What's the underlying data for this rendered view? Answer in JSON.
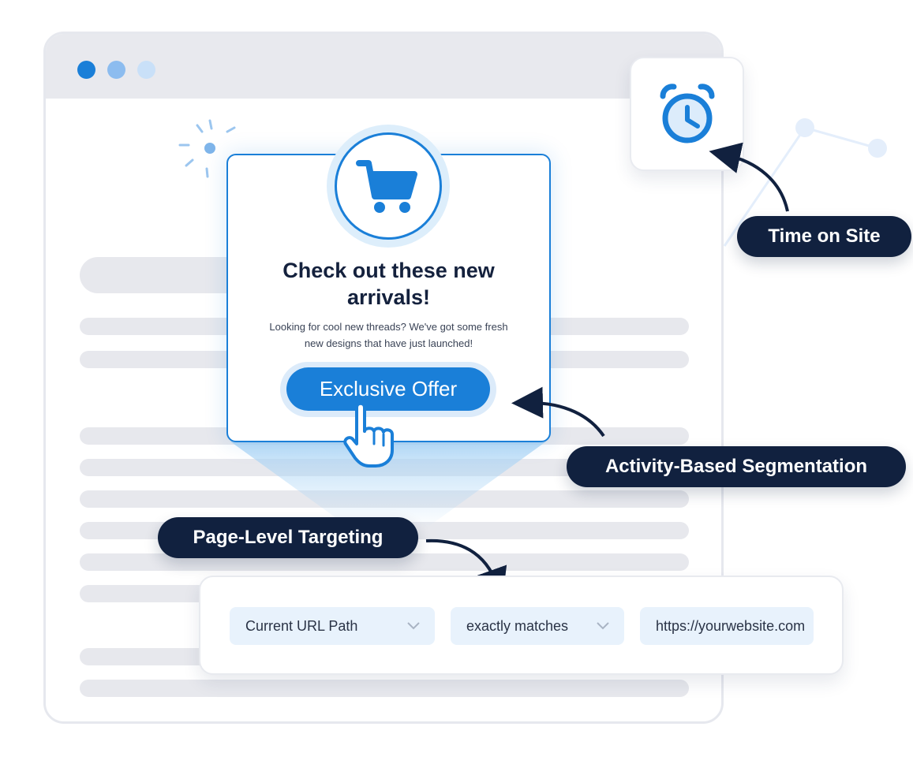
{
  "window": {
    "traffic_dots": [
      "#1a7fd8",
      "#8cbcef",
      "#c9e0f8"
    ]
  },
  "popup": {
    "icon": "shopping-cart-icon",
    "title_line1": "Check out these new",
    "title_line2": "arrivals!",
    "text_line1": "Looking for cool new threads? We've got some fresh",
    "text_line2": "new designs that have just launched!",
    "cta_label": "Exclusive Offer"
  },
  "timer": {
    "icon": "alarm-clock-icon"
  },
  "labels": {
    "time_on_site": "Time on Site",
    "activity_segmentation": "Activity-Based Segmentation",
    "page_level_targeting": "Page-Level Targeting"
  },
  "rule": {
    "field1_value": "Current URL Path",
    "field2_value": "exactly matches",
    "field3_value": "https://yourwebsite.com"
  },
  "colors": {
    "accent": "#1a7fd8",
    "dark": "#11213f",
    "skeleton": "#e7e8ed",
    "field_bg": "#e8f2fc"
  }
}
